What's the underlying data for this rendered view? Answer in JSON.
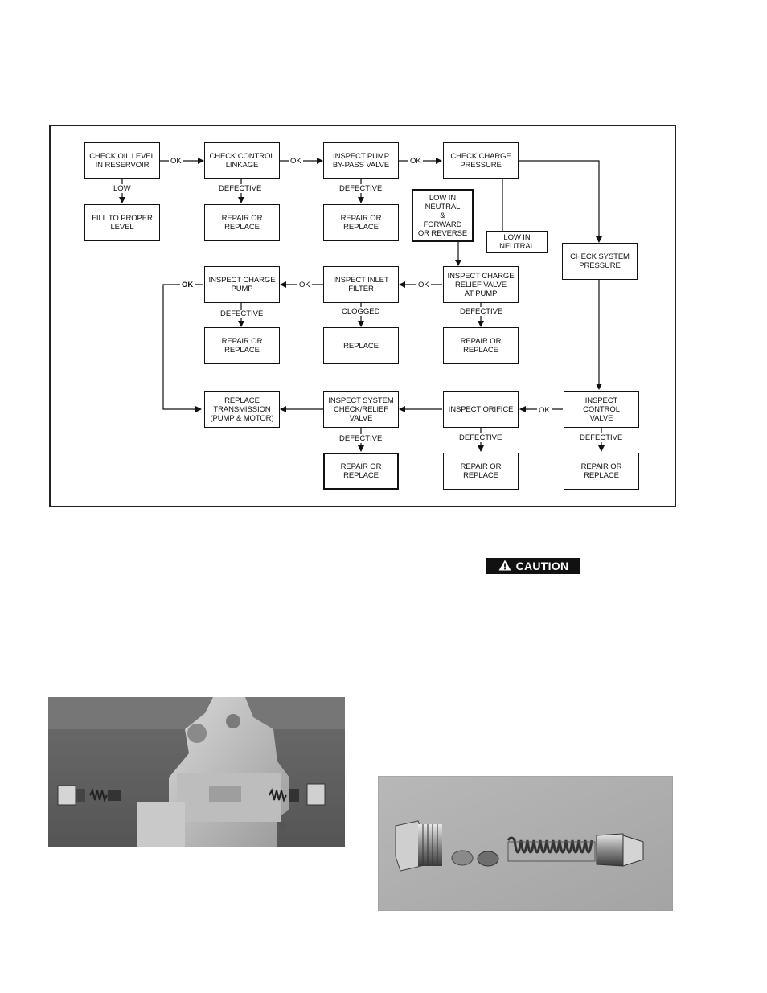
{
  "nodes": {
    "check_oil": "CHECK OIL LEVEL\nIN RESERVOIR",
    "check_linkage": "CHECK CONTROL\nLINKAGE",
    "inspect_bypass": "INSPECT PUMP\nBY-PASS VALVE",
    "check_charge": "CHECK CHARGE\nPRESSURE",
    "fill_level": "FILL TO PROPER\nLEVEL",
    "repair_linkage": "REPAIR OR\nREPLACE",
    "repair_bypass": "REPAIR OR\nREPLACE",
    "low_in_neutral_fwd": "LOW IN\nNEUTRAL\n&\nFORWARD\nOR REVERSE",
    "low_in_neutral": "LOW IN\nNEUTRAL",
    "check_system": "CHECK SYSTEM\nPRESSURE",
    "inspect_charge_pump": "INSPECT CHARGE\nPUMP",
    "inspect_inlet": "INSPECT INLET\nFILTER",
    "inspect_relief": "INSPECT CHARGE\nRELIEF VALVE\nAT PUMP",
    "repair_charge_pump": "REPAIR OR\nREPLACE",
    "replace_filter": "REPLACE",
    "repair_relief": "REPAIR OR\nREPLACE",
    "replace_trans": "REPLACE\nTRANSMISSION\n(PUMP & MOTOR)",
    "inspect_check_relief": "INSPECT SYSTEM\nCHECK/RELIEF\nVALVE",
    "inspect_orifice": "INSPECT ORIFICE",
    "inspect_control": "INSPECT\nCONTROL\nVALVE",
    "repair_check_relief": "REPAIR OR\nREPLACE",
    "repair_orifice": "REPAIR OR\nREPLACE",
    "repair_control": "REPAIR OR\nREPLACE"
  },
  "edge_labels": {
    "ok": "OK",
    "low": "LOW",
    "defective": "DEFECTIVE",
    "clogged": "CLOGGED"
  },
  "caution": {
    "icon": "warning-triangle-icon",
    "label": "CAUTION"
  }
}
